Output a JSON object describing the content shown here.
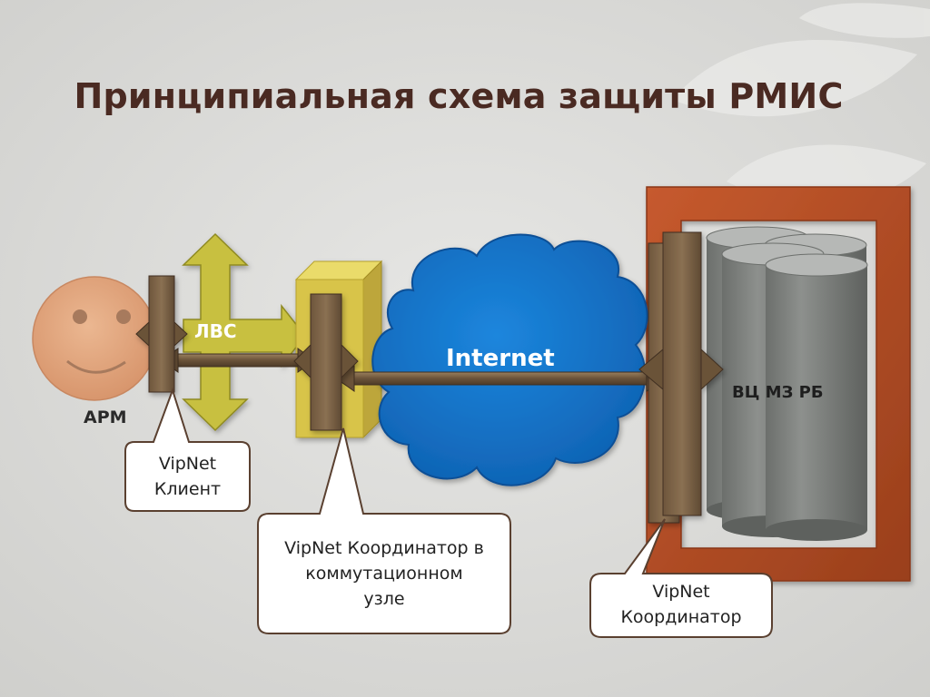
{
  "title": "Принципиальная схема защиты РМИС",
  "nodes": {
    "arm": "АРМ",
    "lvs": "ЛВС",
    "internet": "Internet",
    "vc": "ВЦ МЗ РБ"
  },
  "callouts": {
    "client": [
      "VipNet",
      "Клиент"
    ],
    "coordinator_hub": [
      "VipNet Координатор в",
      "коммутационном",
      "узле"
    ],
    "coordinator": [
      "VipNet",
      "Координатор"
    ]
  },
  "colors": {
    "title": "#4a2a22",
    "frame": "#b5502a",
    "cloud": "#1273c9",
    "connector": "#7a6146",
    "lan": "#c8c040",
    "server": "#d8c44a",
    "datastore": "#7f827f",
    "face": "#e0a27c"
  }
}
